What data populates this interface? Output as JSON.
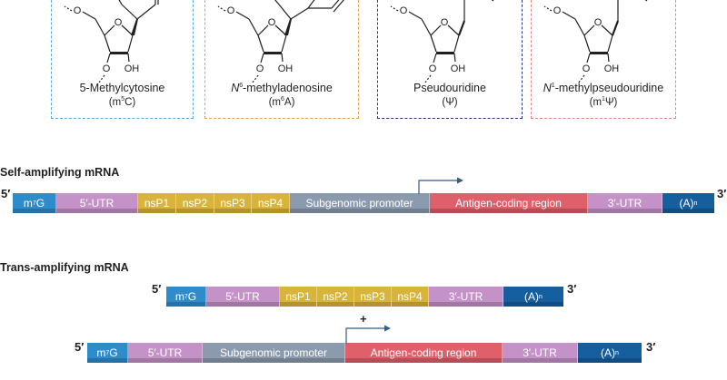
{
  "nucleosides": [
    {
      "name": "5-Methylcytosine",
      "abbr_base": "m",
      "abbr_sup": "5",
      "abbr_tail": "C",
      "border_color": "#5aa7e0"
    },
    {
      "name_italic": "N",
      "name_sup": "6",
      "name_rest": "-methyladenosine",
      "abbr_base": "m",
      "abbr_sup": "6",
      "abbr_tail": "A",
      "border_color": "#e9a04a"
    },
    {
      "name": "Pseudouridine",
      "abbr_base": "",
      "abbr_sup": "",
      "abbr_tail": "Ψ",
      "border_color": "#2f3480"
    },
    {
      "name_italic": "N",
      "name_sup": "1",
      "name_rest": "-methylpseudouridine",
      "abbr_base": "m",
      "abbr_sup": "1",
      "abbr_tail": "Ψ",
      "border_color": "#e6877f"
    }
  ],
  "atoms": {
    "oh": "OH",
    "o": "O"
  },
  "self_amplifying": {
    "title": "Self-amplifying mRNA",
    "five_prime": "5′",
    "three_prime": "3′",
    "segments": [
      {
        "label": "m",
        "sup": "7",
        "tail": "G",
        "color": "#2f8ccb"
      },
      {
        "label": "5′-UTR",
        "color": "#c492c6"
      },
      {
        "label": "nsP1",
        "color": "#d9b43a"
      },
      {
        "label": "nsP2",
        "color": "#d9b43a"
      },
      {
        "label": "nsP3",
        "color": "#d9b43a"
      },
      {
        "label": "nsP4",
        "color": "#d9b43a"
      },
      {
        "label": "Subgenomic promoter",
        "color": "#8c9aae"
      },
      {
        "label": "Antigen-coding region",
        "color": "#df5f6b"
      },
      {
        "label": "3′-UTR",
        "color": "#c492c6"
      },
      {
        "label": "(A)",
        "sub": "n",
        "color": "#165f9e"
      }
    ]
  },
  "trans_amplifying": {
    "title": "Trans-amplifying mRNA",
    "plus": "+",
    "replicon": {
      "five_prime": "5′",
      "three_prime": "3′",
      "segments": [
        {
          "label": "m",
          "sup": "7",
          "tail": "G",
          "color": "#2f8ccb"
        },
        {
          "label": "5′-UTR",
          "color": "#c492c6"
        },
        {
          "label": "nsP1",
          "color": "#d9b43a"
        },
        {
          "label": "nsP2",
          "color": "#d9b43a"
        },
        {
          "label": "nsP3",
          "color": "#d9b43a"
        },
        {
          "label": "nsP4",
          "color": "#d9b43a"
        },
        {
          "label": "3′-UTR",
          "color": "#c492c6"
        },
        {
          "label": "(A)",
          "sub": "n",
          "color": "#165f9e"
        }
      ]
    },
    "transreplicon": {
      "five_prime": "5′",
      "three_prime": "3′",
      "segments": [
        {
          "label": "m",
          "sup": "7",
          "tail": "G",
          "color": "#2f8ccb"
        },
        {
          "label": "5′-UTR",
          "color": "#c492c6"
        },
        {
          "label": "Subgenomic promoter",
          "color": "#8c9aae"
        },
        {
          "label": "Antigen-coding region",
          "color": "#df5f6b"
        },
        {
          "label": "3′-UTR",
          "color": "#c492c6"
        },
        {
          "label": "(A)",
          "sub": "n",
          "color": "#165f9e"
        }
      ]
    }
  },
  "arrow_color": "#2f5d8c"
}
